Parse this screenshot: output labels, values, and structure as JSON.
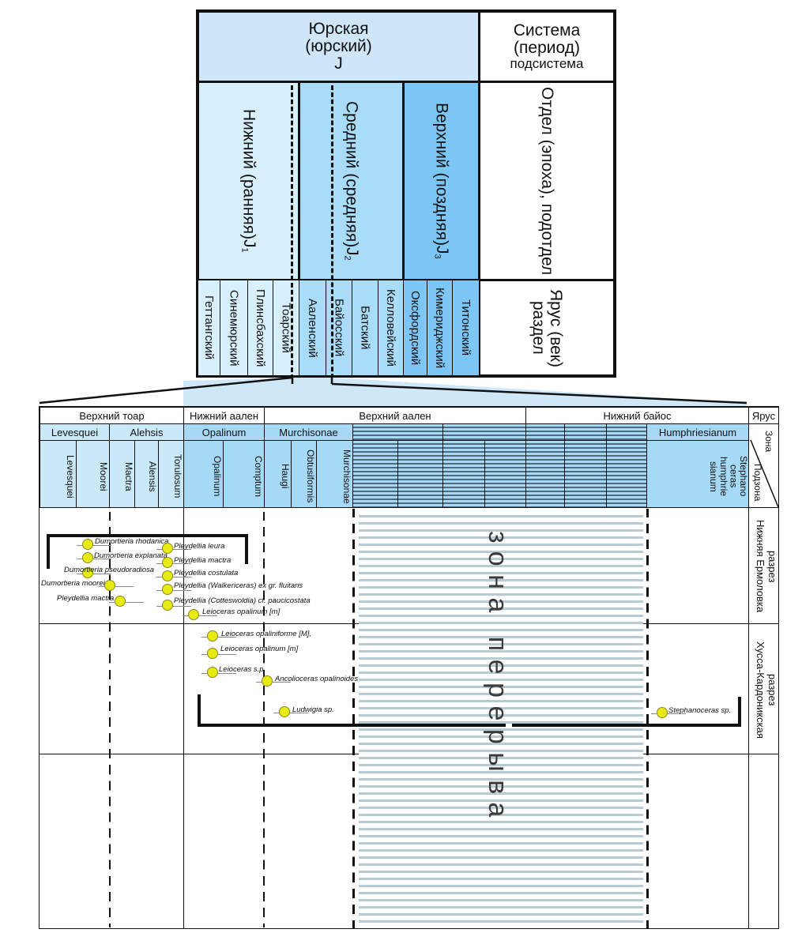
{
  "upper": {
    "system": {
      "name": "Юрская",
      "alt": "(юрский)",
      "code": "J"
    },
    "system_label": [
      "Система",
      "(период)",
      "подсистема"
    ],
    "epochs": [
      {
        "name": "Нижний (ранняя)",
        "code": "J",
        "sub": "1"
      },
      {
        "name": "Средний (средняя)",
        "code": "J",
        "sub": "2"
      },
      {
        "name": "Верхний (поздняя)",
        "code": "J",
        "sub": "3"
      }
    ],
    "epoch_label": "Отдел (эпоха), подотдел",
    "stages": [
      "Геттангский",
      "Синемюрский",
      "Плинсбахский",
      "Тоарский",
      "Ааленский",
      "Байосский",
      "Батский",
      "Келловейский",
      "Оксфордский",
      "Кимериджский",
      "Титонский"
    ],
    "stage_label": "Ярус (век) раздел",
    "colors": {
      "system": "#cfe6f8",
      "lower": "#d8f0fc",
      "middle": "#a8dcf8",
      "upper": "#7cc6f6"
    }
  },
  "lower": {
    "stages": [
      "Верхний тоар",
      "Нижний аален",
      "Верхний аален",
      "Нижний байос"
    ],
    "zones": [
      "Levesquei",
      "Alehsis",
      "Opalinum",
      "Murchisonae",
      "Humphriesianum"
    ],
    "subzones": [
      "Levesquei",
      "Moorei",
      "Mactra",
      "Alensis",
      "Torulosum",
      "Opalinum",
      "Comptum",
      "Haugi",
      "Obtusiformis",
      "Murchisonae",
      "Stephano ceras humphrie sianum"
    ],
    "right_labels": {
      "stage": "Ярус",
      "zone": "Зона",
      "subzone": "Подзона"
    },
    "sections": [
      {
        "label": "разрез",
        "name": "Нижняя Ермоловка"
      },
      {
        "label": "разрез",
        "name": "Хусса-Кардоникская"
      }
    ],
    "gap_text": "зона перерыва",
    "fossils": [
      "Dumortieria rhodanica",
      "Dumortieria explanata",
      "Dumortieria pseudoradiosa",
      "Dumortieria moorei",
      "Pleydellia mactra",
      "Pleydellia leura",
      "Pleydellia mactra",
      "Pleydellia costulata",
      "Pleydellia (Walkericeras) ex gr. fluitans",
      "Pleydellia (Cotteswoldia) cf. paucicostata",
      "Leioceras opalinum [m]",
      "Leioceras opaliniforme  [M],",
      "Leioceras opalinum [m]",
      "Leioceras s.p.",
      "Ancolioceras opalinoides",
      "Ludwigia sp.",
      "Stephanoceras sp."
    ]
  }
}
